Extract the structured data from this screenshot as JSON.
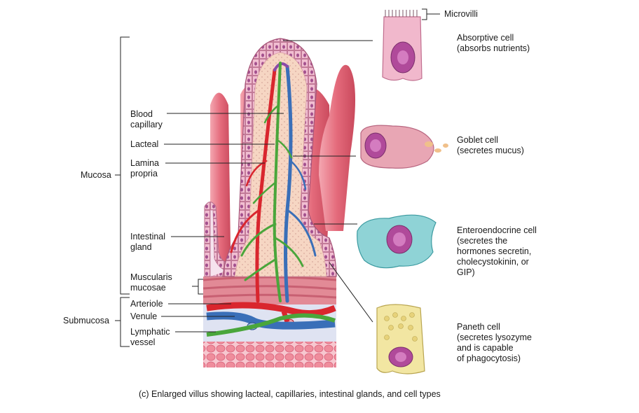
{
  "labels": {
    "microvilli": "Microvilli",
    "absorptive_cell": "Absorptive cell\n(absorbs nutrients)",
    "goblet_cell": "Goblet cell\n(secretes mucus)",
    "enteroendocrine_cell": "Enteroendocrine cell\n(secretes the\nhormones secretin,\ncholecystokinin, or\nGIP)",
    "paneth_cell": "Paneth cell\n(secretes lysozyme\nand is capable\nof phagocytosis)",
    "blood_capillary": "Blood\ncapillary",
    "lacteal": "Lacteal",
    "lamina_propria": "Lamina\npropria",
    "intestinal_gland": "Intestinal\ngland",
    "muscularis_mucosae": "Muscularis\nmucosae",
    "arteriole": "Arteriole",
    "venule": "Venule",
    "lymphatic_vessel": "Lymphatic\nvessel",
    "mucosa": "Mucosa",
    "submucosa": "Submucosa"
  },
  "caption": "(c) Enlarged villus showing lacteal, capillaries, intestinal glands, and cell types",
  "colors": {
    "epithelium": "#e9a9c4",
    "lamina_propria": "#f4cdb6",
    "capillary_red": "#d9262e",
    "venule_blue": "#3a6fb8",
    "lacteal_green": "#4aa63b",
    "background_villi": "#e8707f",
    "goblet_cell": "#e8a6b4",
    "enteroendocrine_cell": "#8fd3d6",
    "paneth_cell": "#f2e6a2",
    "nucleus": "#b04a9a",
    "leader_line": "#222222"
  }
}
